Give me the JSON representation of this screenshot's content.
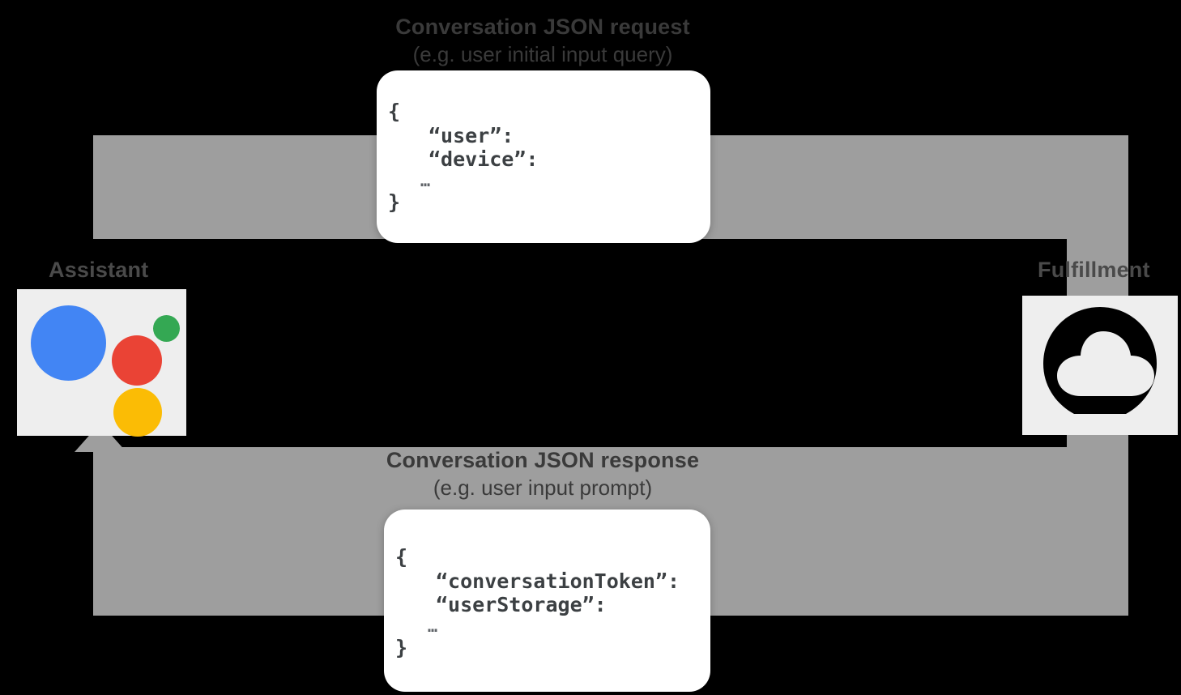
{
  "diagram": {
    "type": "flow",
    "title": "Conversation JSON request/response flow between Google Assistant and Fulfillment"
  },
  "nodes": {
    "assistant": {
      "label": "Assistant",
      "icon": "google-assistant-logo",
      "dot_colors": {
        "blue": "#4285f4",
        "red": "#ea4335",
        "green": "#34a853",
        "yellow": "#fbbc05"
      }
    },
    "fulfillment": {
      "label": "Fulfillment",
      "icon": "cloud-icon",
      "icon_color": "#000000"
    }
  },
  "flows": {
    "request": {
      "title": "Conversation JSON request",
      "subtitle": "(e.g. user initial input query)",
      "direction": "assistant-to-fulfillment",
      "band_color": "#9e9e9e"
    },
    "response": {
      "title": "Conversation JSON response",
      "subtitle": "(e.g. user input prompt)",
      "direction": "fulfillment-to-assistant",
      "band_color": "#9e9e9e"
    }
  },
  "json_request": {
    "open_brace": "{",
    "keys": [
      "“user”:",
      "“device”:"
    ],
    "ellipsis": "…",
    "close_brace": "}"
  },
  "json_response": {
    "open_brace": "{",
    "keys": [
      "“conversationToken”:",
      "“userStorage”:"
    ],
    "ellipsis": "…",
    "close_brace": "}"
  },
  "colors": {
    "background": "#000000",
    "band": "#9e9e9e",
    "tile": "#eeeeee",
    "card": "#ffffff",
    "text": "#3a3a3a",
    "code_text": "#3c4043"
  }
}
